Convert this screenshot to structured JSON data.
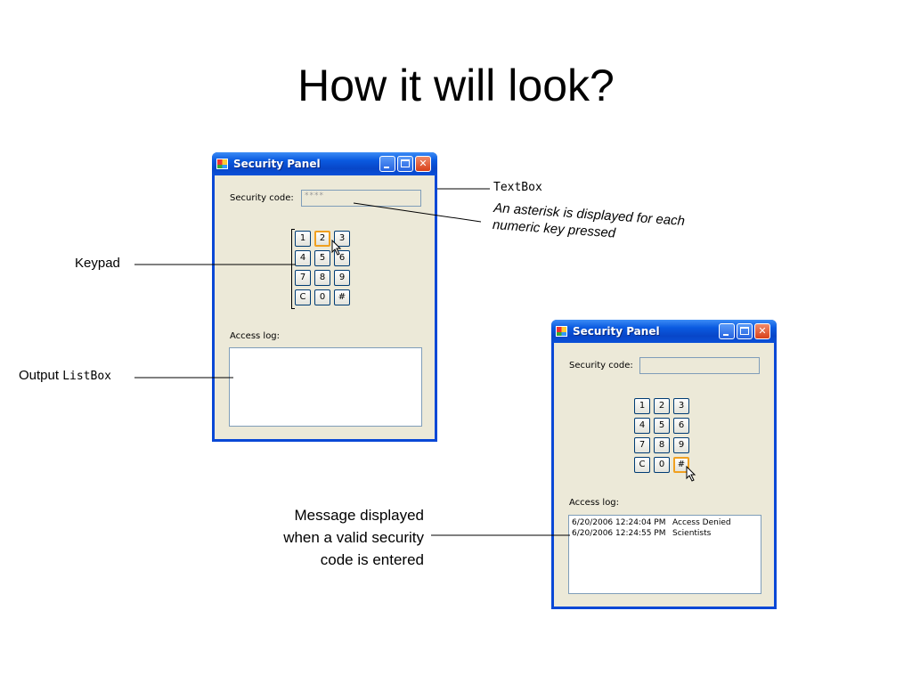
{
  "slide": {
    "title": "How it will look?"
  },
  "window_left": {
    "title": "Security Panel",
    "security_label": "Security code:",
    "code_value": "****",
    "log_label": "Access log:",
    "keys": [
      "1",
      "2",
      "3",
      "4",
      "5",
      "6",
      "7",
      "8",
      "9",
      "C",
      "0",
      "#"
    ],
    "log": []
  },
  "window_right": {
    "title": "Security Panel",
    "security_label": "Security code:",
    "code_value": "",
    "log_label": "Access log:",
    "keys": [
      "1",
      "2",
      "3",
      "4",
      "5",
      "6",
      "7",
      "8",
      "9",
      "C",
      "0",
      "#"
    ],
    "log": [
      {
        "time": "6/20/2006 12:24:04 PM",
        "message": "Access Denied"
      },
      {
        "time": "6/20/2006 12:24:55 PM",
        "message": "Scientists"
      }
    ]
  },
  "annotations": {
    "textbox_label": "TextBox",
    "textbox_note_line1": "An asterisk is displayed for each",
    "textbox_note_line2": "numeric key pressed",
    "keypad_label": "Keypad",
    "output_prefix": "Output",
    "output_listbox": "ListBox",
    "message_line1": "Message displayed",
    "message_line2": "when a valid security",
    "message_line3": "code is entered"
  },
  "colors": {
    "titlebar_blue": "#0a50d8",
    "window_face": "#ece9d8",
    "hot_key_border": "#f0a020",
    "close_button": "#d8401a"
  }
}
